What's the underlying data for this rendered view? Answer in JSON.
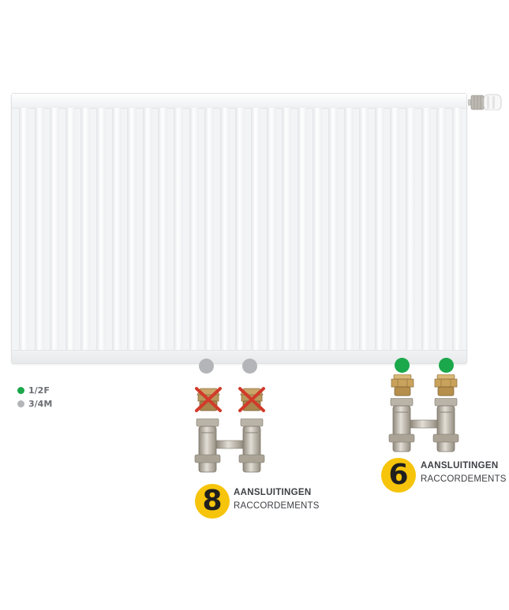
{
  "colors": {
    "green_dot": "#1aa84b",
    "gray_dot": "#b3b5b8",
    "badge_yellow": "#f6c40a",
    "brass": "#b8975c",
    "chrome": "#c9c5bd",
    "cross_red": "#d23a2a"
  },
  "legend": {
    "items": [
      {
        "label": "1/2F",
        "color": "#1aa84b"
      },
      {
        "label": "3/4M",
        "color": "#b3b5b8"
      }
    ]
  },
  "option_8": {
    "count": "8",
    "line1": "AANSLUITINGEN",
    "line2": "RACCORDEMENTS",
    "ports": [
      "gray",
      "gray"
    ],
    "adapters": "crossed-out"
  },
  "option_6": {
    "count": "6",
    "line1": "AANSLUITINGEN",
    "line2": "RACCORDEMENTS",
    "ports": [
      "green",
      "green"
    ],
    "adapters": "included"
  },
  "icons": {
    "radiator": "panel-radiator",
    "valve": "h-block-valve-icon",
    "adapter": "brass-adapter-icon",
    "crossed": "crossed-out-adapter-icon",
    "thermostat": "thermostatic-valve-icon"
  }
}
